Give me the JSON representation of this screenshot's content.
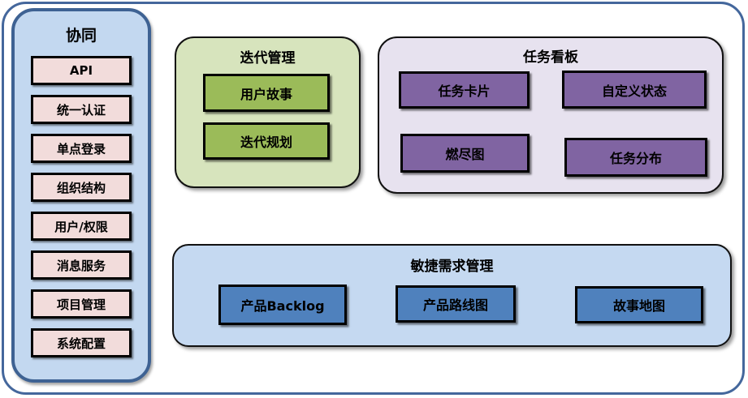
{
  "sidebar": {
    "title": "协同",
    "items": [
      "API",
      "统一认证",
      "单点登录",
      "组织结构",
      "用户/权限",
      "消息服务",
      "项目管理",
      "系统配置"
    ]
  },
  "groups": {
    "iteration": {
      "title": "迭代管理",
      "items": [
        "用户故事",
        "迭代规划"
      ]
    },
    "taskboard": {
      "title": "任务看板",
      "items": [
        "任务卡片",
        "自定义状态",
        "燃尽图",
        "任务分布"
      ]
    },
    "agile": {
      "title": "敏捷需求管理",
      "items": [
        "产品Backlog",
        "产品路线图",
        "故事地图"
      ]
    }
  },
  "colors": {
    "frame_border": "#44679C",
    "sidebar_fill": "#C3D8F0",
    "sidebar_border": "#3E6293",
    "sidebar_item_fill": "#F2DCDB",
    "iteration_fill": "#D7E4BD",
    "iteration_chip": "#9BBB59",
    "taskboard_fill": "#E7E2EF",
    "taskboard_chip": "#8064A2",
    "agile_fill": "#C5D9F1",
    "agile_chip": "#4F81BD",
    "outline": "#000000"
  }
}
